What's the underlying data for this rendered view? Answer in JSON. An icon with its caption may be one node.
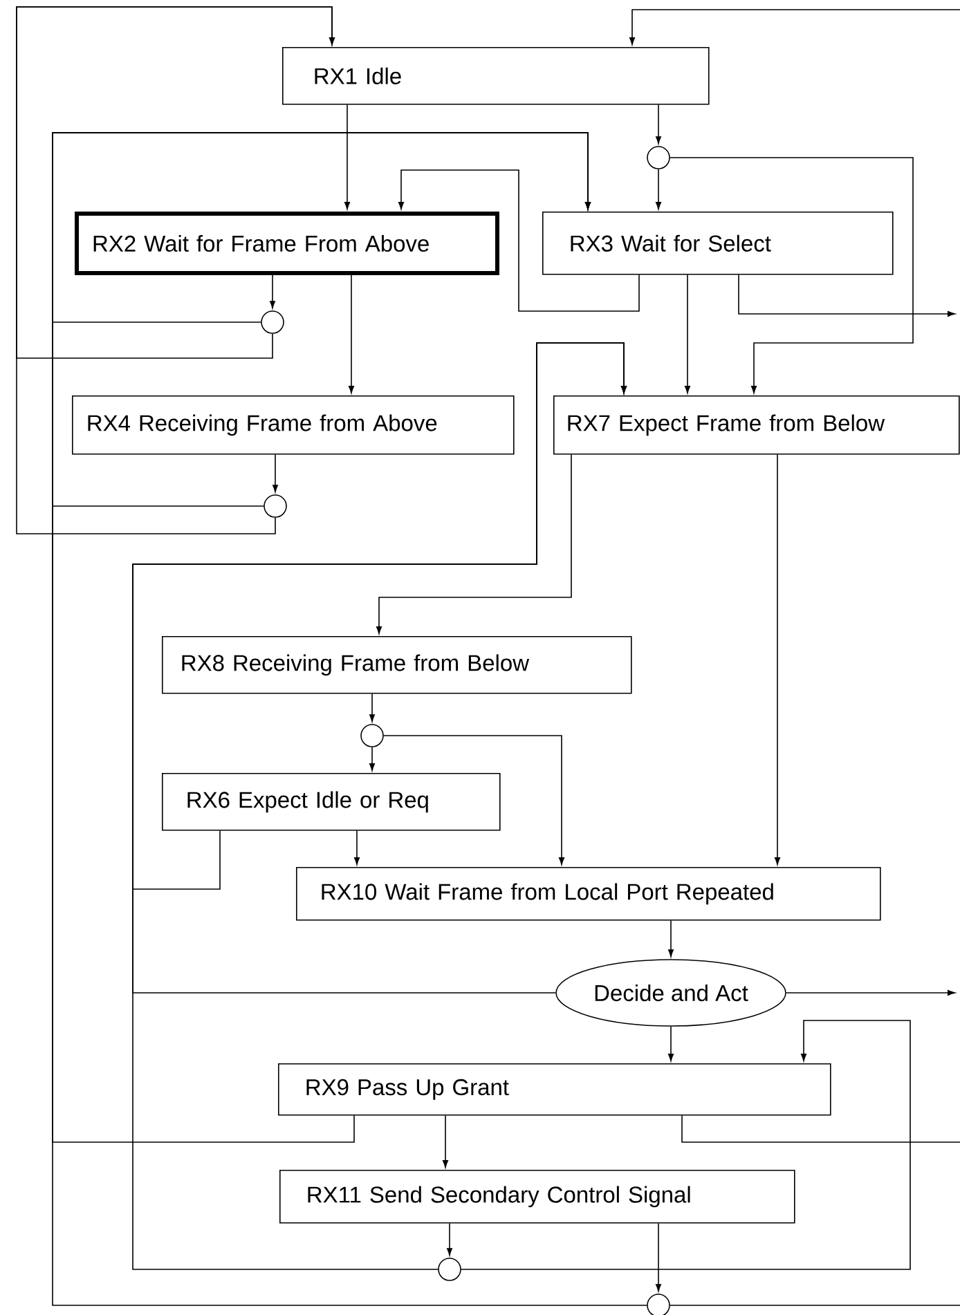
{
  "diagram": {
    "nodes": [
      {
        "text": [
          "RX1 Idle"
        ]
      },
      {
        "text": [
          "RX2 Wait for Frame From Above"
        ]
      },
      {
        "text": [
          "RX3 Wait for Select"
        ]
      },
      {
        "text": [],
        "shape": "circle"
      },
      {
        "text": [],
        "shape": "circle"
      },
      {
        "text": [
          "RX4 Receiving Frame from Above"
        ]
      },
      {
        "text": [
          "RX7 Expect Frame from Below"
        ]
      },
      {
        "text": [],
        "shape": "circle"
      },
      {
        "text": [
          "RX8 Receiving Frame from Below"
        ]
      },
      {
        "text": [],
        "shape": "circle"
      },
      {
        "text": [
          "RX6 Expect Idle or Req"
        ]
      },
      {
        "text": [
          "RX10 Wait Frame from Local Port Repeated"
        ]
      },
      {
        "text": [
          "Decide and Act"
        ]
      },
      {
        "text": [
          "RX9 Pass Up Grant"
        ]
      },
      {
        "text": [
          "RX11 Send Secondary Control Signal"
        ]
      },
      {
        "text": [],
        "shape": "circle"
      },
      {
        "text": [],
        "shape": "circle"
      }
    ],
    "edges": [
      {
        "from": null,
        "to": 0,
        "arrow": "to"
      },
      {
        "from": 0,
        "to": 1,
        "arrow": "to"
      },
      {
        "from": 0,
        "to": 3,
        "arrow": "to"
      },
      {
        "from": 3,
        "to": 2,
        "arrow": "to"
      },
      {
        "from": 3,
        "to": 6,
        "arrow": "to"
      },
      {
        "from": 2,
        "to": 1,
        "arrow": "to"
      },
      {
        "from": 2,
        "to": 6,
        "arrow": "to"
      },
      {
        "from": 2,
        "to": null,
        "arrow": "to"
      },
      {
        "from": 1,
        "to": 4,
        "arrow": "to"
      },
      {
        "from": 1,
        "to": 5,
        "arrow": "to"
      },
      {
        "from": 4,
        "to": 2,
        "arrow": "to"
      },
      {
        "from": 4,
        "to": 0,
        "arrow": "to"
      },
      {
        "from": 5,
        "to": 7,
        "arrow": "to"
      },
      {
        "from": 7,
        "to": 2,
        "arrow": "to"
      },
      {
        "from": 7,
        "to": 0,
        "arrow": "to"
      },
      {
        "from": 6,
        "to": 8,
        "arrow": "to"
      },
      {
        "from": 6,
        "to": 11,
        "arrow": "to"
      },
      {
        "from": 8,
        "to": 9,
        "arrow": "to"
      },
      {
        "from": 9,
        "to": 10,
        "arrow": "to"
      },
      {
        "from": 9,
        "to": 11,
        "arrow": "to"
      },
      {
        "from": 10,
        "to": 11,
        "arrow": "to"
      },
      {
        "from": 10,
        "to": 6,
        "arrow": "to"
      },
      {
        "from": 11,
        "to": 12,
        "arrow": "to"
      },
      {
        "from": 12,
        "to": 6,
        "arrow": "to"
      },
      {
        "from": 12,
        "to": null,
        "arrow": "to"
      },
      {
        "from": 12,
        "to": 13,
        "arrow": "to"
      },
      {
        "from": 13,
        "to": 14,
        "arrow": "to"
      },
      {
        "from": 13,
        "to": 2,
        "arrow": "to"
      },
      {
        "from": 13,
        "to": null,
        "arrow": "none"
      },
      {
        "from": 14,
        "to": 15,
        "arrow": "to"
      },
      {
        "from": 14,
        "to": 16,
        "arrow": "to"
      },
      {
        "from": 15,
        "to": 6,
        "arrow": "to"
      },
      {
        "from": 15,
        "to": 13,
        "arrow": "to"
      },
      {
        "from": 16,
        "to": 2,
        "arrow": "to"
      },
      {
        "from": 16,
        "to": null,
        "arrow": "none"
      }
    ]
  }
}
